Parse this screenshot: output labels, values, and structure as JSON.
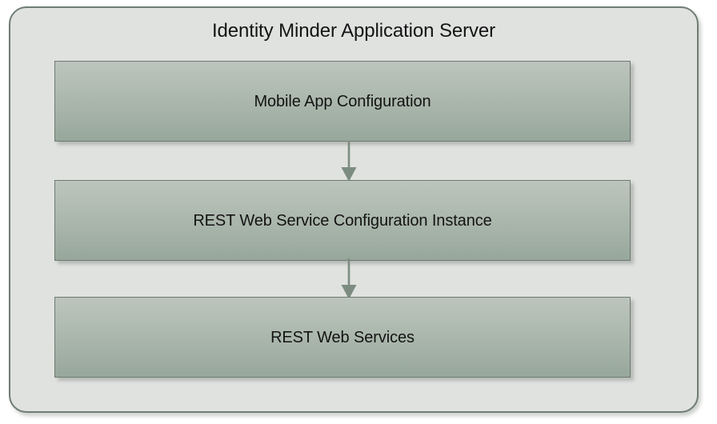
{
  "diagram": {
    "type": "flowchart",
    "orientation": "vertical",
    "container": {
      "title": "Identity Minder Application Server",
      "fill_color": "#e0e2e0",
      "border_color": "#6f7d74"
    },
    "nodes": [
      {
        "id": "mobile-app-configuration",
        "label": "Mobile App Configuration",
        "order": 1
      },
      {
        "id": "rest-web-service-configuration-instance",
        "label": "REST Web Service Configuration Instance",
        "order": 2
      },
      {
        "id": "rest-web-services",
        "label": "REST Web Services",
        "order": 3
      }
    ],
    "edges": [
      {
        "id": "edge-1",
        "from": "Mobile App Configuration",
        "to": "REST Web Service Configuration Instance",
        "style": "solid-arrow-down"
      },
      {
        "id": "edge-2",
        "from": "REST Web Service Configuration Instance",
        "to": "REST Web Services",
        "style": "solid-arrow-down"
      }
    ],
    "colors": {
      "node_fill_top": "#bcc5bd",
      "node_fill_bottom": "#97a79b",
      "node_border": "#6d7a70",
      "arrow": "#7d8c80",
      "text": "#131313",
      "page_background": "#ffffff"
    },
    "icons": {
      "arrow_down": "arrow-down-icon"
    }
  }
}
